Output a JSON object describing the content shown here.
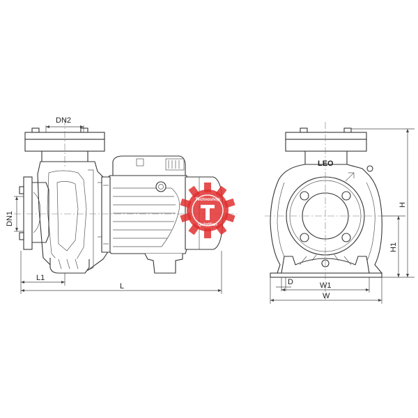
{
  "diagram": {
    "brand_logo_text": "LEO",
    "watermark": {
      "text_top": "Technoshop",
      "text_bottom": "Quintilian",
      "color": "#e03030"
    },
    "side_view_labels": {
      "dn2": "DN2",
      "dn1": "DN1",
      "l1": "L1",
      "l": "L"
    },
    "front_view_labels": {
      "h": "H",
      "h1": "H1",
      "d": "D",
      "w1": "W1",
      "w": "W"
    },
    "colors": {
      "line": "#333333",
      "background": "#ffffff"
    }
  }
}
